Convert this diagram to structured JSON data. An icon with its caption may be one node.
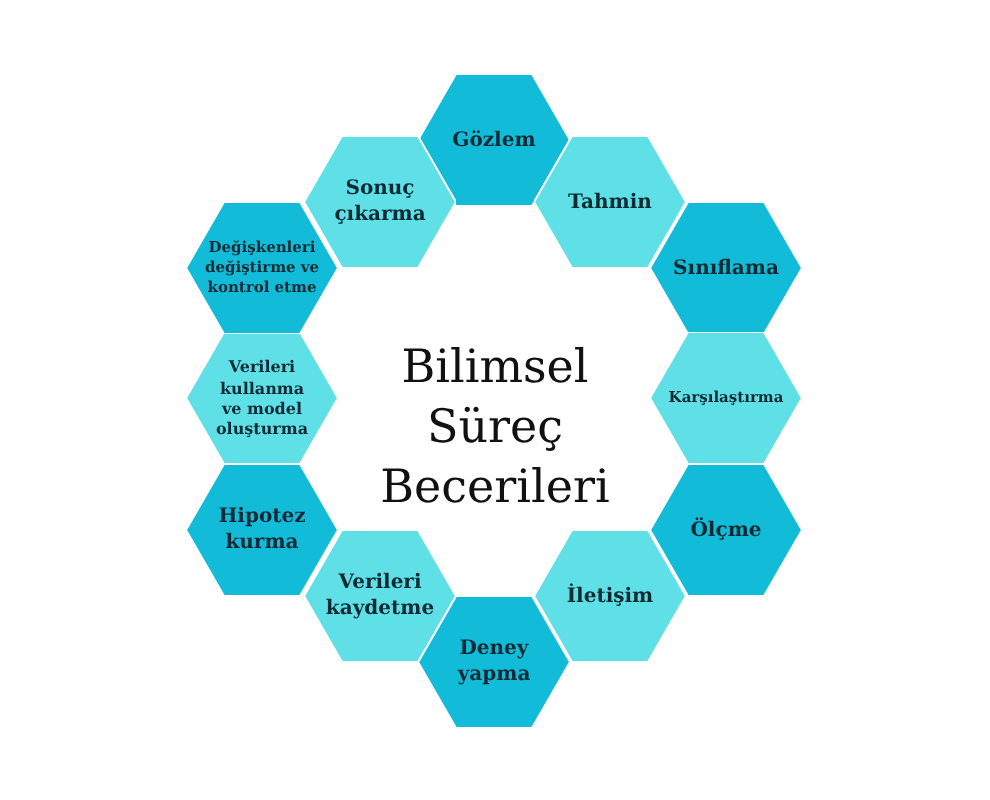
{
  "diagram": {
    "title": "Bilimsel Süreç Becerileri",
    "nodes": [
      {
        "text": [
          "Gözlem"
        ]
      },
      {
        "text": [
          "Tahmin"
        ]
      },
      {
        "text": [
          "Sınıflama"
        ]
      },
      {
        "text": [
          "Karşılaştırma"
        ]
      },
      {
        "text": [
          "Ölçme"
        ]
      },
      {
        "text": [
          "İletişim"
        ]
      },
      {
        "text": [
          "Deney yapma"
        ]
      },
      {
        "text": [
          "Verileri kaydetme"
        ]
      },
      {
        "text": [
          "Hipotez kurma"
        ]
      },
      {
        "text": [
          "Verileri kullanma ve model oluşturma"
        ]
      },
      {
        "text": [
          "Değişkenleri değiştirme ve kontrol etme"
        ]
      },
      {
        "text": [
          "Sonuç çıkarma"
        ]
      }
    ]
  }
}
